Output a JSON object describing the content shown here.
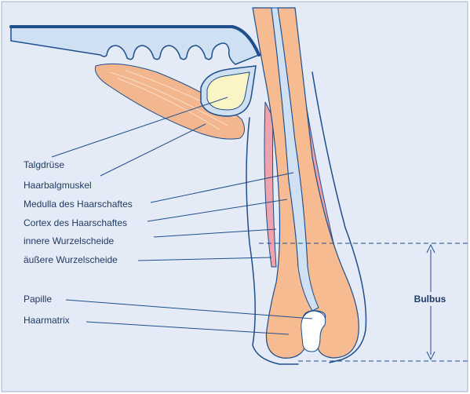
{
  "labels": [
    "Talgdrüse",
    "Haarbalgmuskel",
    "Medulla des Haarschaftes",
    "Cortex des Haarschaftes",
    "innere Wurzelscheide",
    "äußere Wurzelscheide",
    "Papille",
    "Haarmatrix"
  ],
  "bulbus_label": "Bulbus",
  "colors": {
    "background": "#e4ebf6",
    "outline": "#1f4e8c",
    "epidermis": "#cfe0f2",
    "shaft": "#f7bb92",
    "inner_sheath": "#eda3ad",
    "medulla": "#cfe0f2",
    "gland": "#fbf4c4",
    "muscle": "#f3b78f",
    "text": "#1f3a64"
  }
}
